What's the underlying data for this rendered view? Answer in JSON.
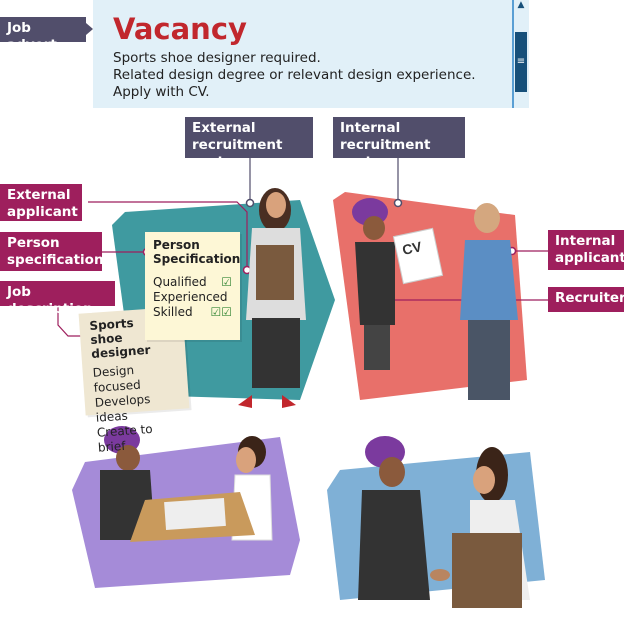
{
  "labels": {
    "job_advert": "Job advert",
    "external_route": [
      "External",
      "recruitment route"
    ],
    "internal_route": [
      "Internal",
      "recruitment route"
    ],
    "external_applicant": [
      "External",
      "applicant"
    ],
    "person_specification": [
      "Person",
      "specification"
    ],
    "job_description": "Job description",
    "internal_applicant": [
      "Internal",
      "applicant"
    ],
    "recruiter": "Recruiter"
  },
  "advert": {
    "title": "Vacancy",
    "lines": [
      "Sports shoe designer required.",
      "Related design degree or relevant design experience.",
      "Apply with CV."
    ]
  },
  "person_spec_card": {
    "title": [
      "Person",
      "Specification"
    ],
    "items": [
      "Qualified",
      "Experienced",
      "Skilled"
    ]
  },
  "job_desc_card": {
    "title": [
      "Sports",
      "shoe",
      "designer"
    ],
    "items": [
      "Design focused",
      "Develops ideas",
      "Create to brief"
    ]
  },
  "cv_label": "CV",
  "colors": {
    "label_dark": "#514e6b",
    "label_magenta": "#9e1f5d",
    "vacancy_red": "#c1272d",
    "teal": "#3f9aa0",
    "coral": "#e8706a",
    "lilac": "#a58bd8",
    "blue": "#7fb0d6"
  }
}
